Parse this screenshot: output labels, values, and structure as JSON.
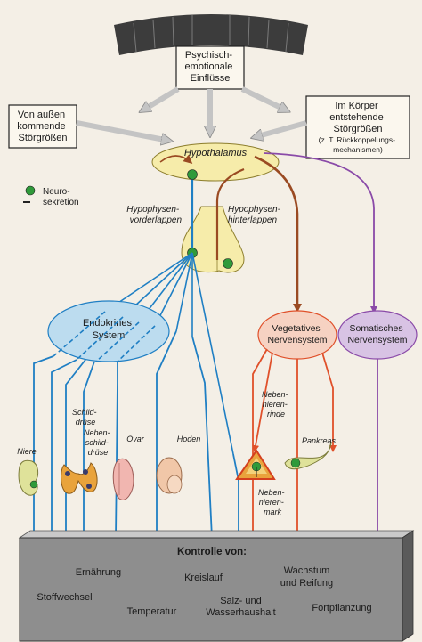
{
  "top_box": {
    "lines": [
      "Psychisch-",
      "emotionale",
      "Einflüsse"
    ]
  },
  "left_box": {
    "lines": [
      "Von außen",
      "kommende",
      "Störgrößen"
    ]
  },
  "right_box": {
    "lines": [
      "Im Körper",
      "entstehende",
      "Störgrößen"
    ],
    "note_lines": [
      "(z. T. Rückkoppelungs-",
      "mechanismen)"
    ]
  },
  "hypothalamus": "Hypothalamus",
  "legend": {
    "lines": [
      "Neuro-",
      "sekretion"
    ]
  },
  "hvl": {
    "lines": [
      "Hypophysen-",
      "vorderlappen"
    ]
  },
  "hhl": {
    "lines": [
      "Hypophysen-",
      "hinterlappen"
    ]
  },
  "endocrine": {
    "lines": [
      "Endokrines",
      "System"
    ]
  },
  "vegetative": {
    "lines": [
      "Vegetatives",
      "Nervensystem"
    ]
  },
  "somatic": {
    "lines": [
      "Somatisches",
      "Nervensystem"
    ]
  },
  "organs": {
    "niere": "Niere",
    "schilddruese": [
      "Schild-",
      "drüse"
    ],
    "nebenschilddruese": [
      "Neben-",
      "schild-",
      "drüse"
    ],
    "ovar": "Ovar",
    "hoden": "Hoden",
    "nebennierenrinde": [
      "Neben-",
      "nieren-",
      "rinde"
    ],
    "nebennierenmark": [
      "Neben-",
      "nieren-",
      "mark"
    ],
    "pankreas": "Pankreas"
  },
  "control": {
    "title": "Kontrolle von:",
    "items": [
      "Ernährung",
      "Kreislauf",
      "Wachstum",
      "und Reifung",
      "Stoffwechsel",
      "Temperatur",
      "Salz- und",
      "Wasserhaushalt",
      "Fortpflanzung"
    ]
  },
  "colors": {
    "blue": "#1f7fc4",
    "brown": "#9a4a22",
    "red_orange": "#e0502a",
    "purple": "#8a4aa8",
    "gray_arrow": "#b8b8b8",
    "yellow": "#f6ecaa",
    "endocrine_fill": "#bcdcef",
    "vegetative_fill": "#f6d2c2",
    "somatic_fill": "#d8c3e4",
    "control_box": "#8e8e8e"
  }
}
